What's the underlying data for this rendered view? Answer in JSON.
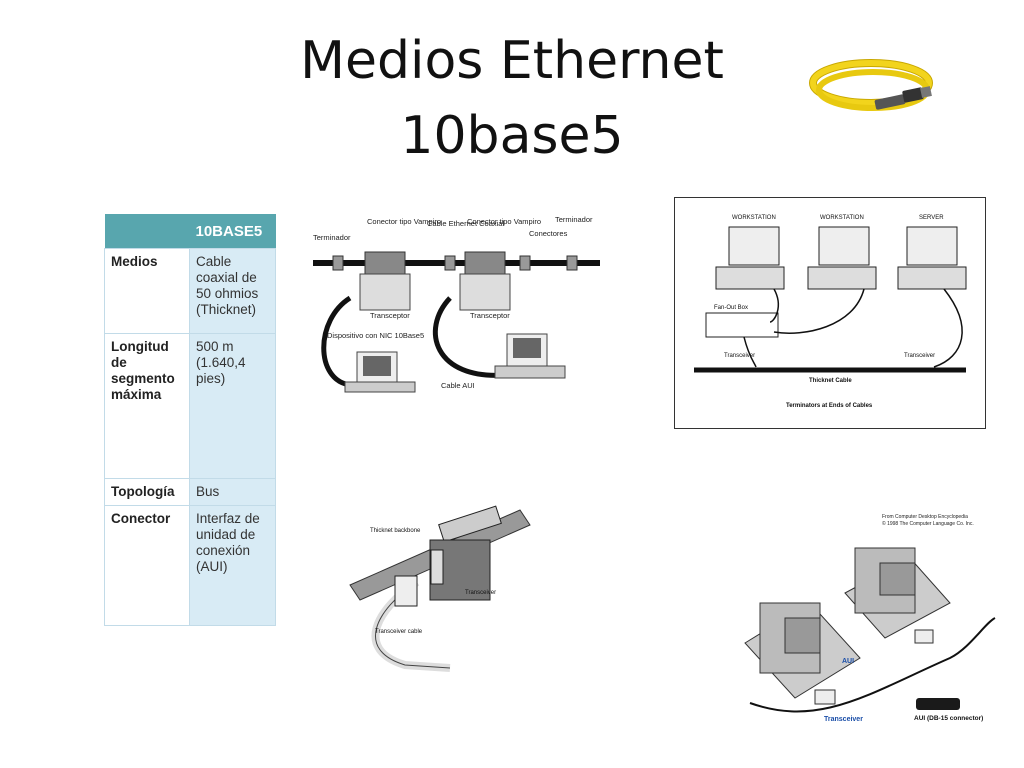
{
  "slide": {
    "title_line1": "Medios Ethernet",
    "title_line2": "10base5"
  },
  "table": {
    "header": "10BASE5",
    "rows": [
      {
        "key": "Medios",
        "value": "Cable coaxial de 50 ohmios (Thicknet)"
      },
      {
        "key": "Longitud de segmento máxima",
        "value": "500 m (1.640,4 pies)"
      },
      {
        "key": "Topología",
        "value": "Bus"
      },
      {
        "key": "Conector",
        "value": "Interfaz de unidad de conexión (AUI)"
      }
    ]
  },
  "diagram1": {
    "terminador_left": "Terminador",
    "conector_vampiro_1": "Conector tipo Vampiro",
    "cable_coaxial": "Cable Ethernet Coaxial",
    "conector_vampiro_2": "Conector tipo Vampiro",
    "terminador_right": "Terminador",
    "conectores": "Conectores",
    "transceptor_1": "Transceptor",
    "transceptor_2": "Transceptor",
    "dispositivo": "Dispositivo con NIC 10Base5",
    "cable_aui": "Cable AUI"
  },
  "diagram2": {
    "workstation_1": "WORKSTATION",
    "workstation_2": "WORKSTATION",
    "server": "SERVER",
    "fanout": "Fan-Out Box",
    "transceiver_1": "Transceiver",
    "transceiver_2": "Transceiver",
    "thicknet_cable": "Thicknet Cable",
    "terminators": "Terminators at Ends of Cables"
  },
  "diagram3": {
    "backbone": "Thicknet backbone",
    "transceiver": "Transceiver",
    "cable": "Transceiver cable"
  },
  "diagram4": {
    "source_line1": "From Computer Desktop Encyclopedia",
    "source_line2": "© 1998 The Computer Language Co. Inc.",
    "aui": "AUI",
    "transceiver": "Transceiver",
    "aui_connector": "AUI (DB-15 connector)"
  },
  "colors": {
    "table_header": "#58a6ae",
    "table_cell": "#d8ebf5",
    "cable_yellow": "#f2d41c",
    "diagram_blue": "#1a4ea8"
  }
}
